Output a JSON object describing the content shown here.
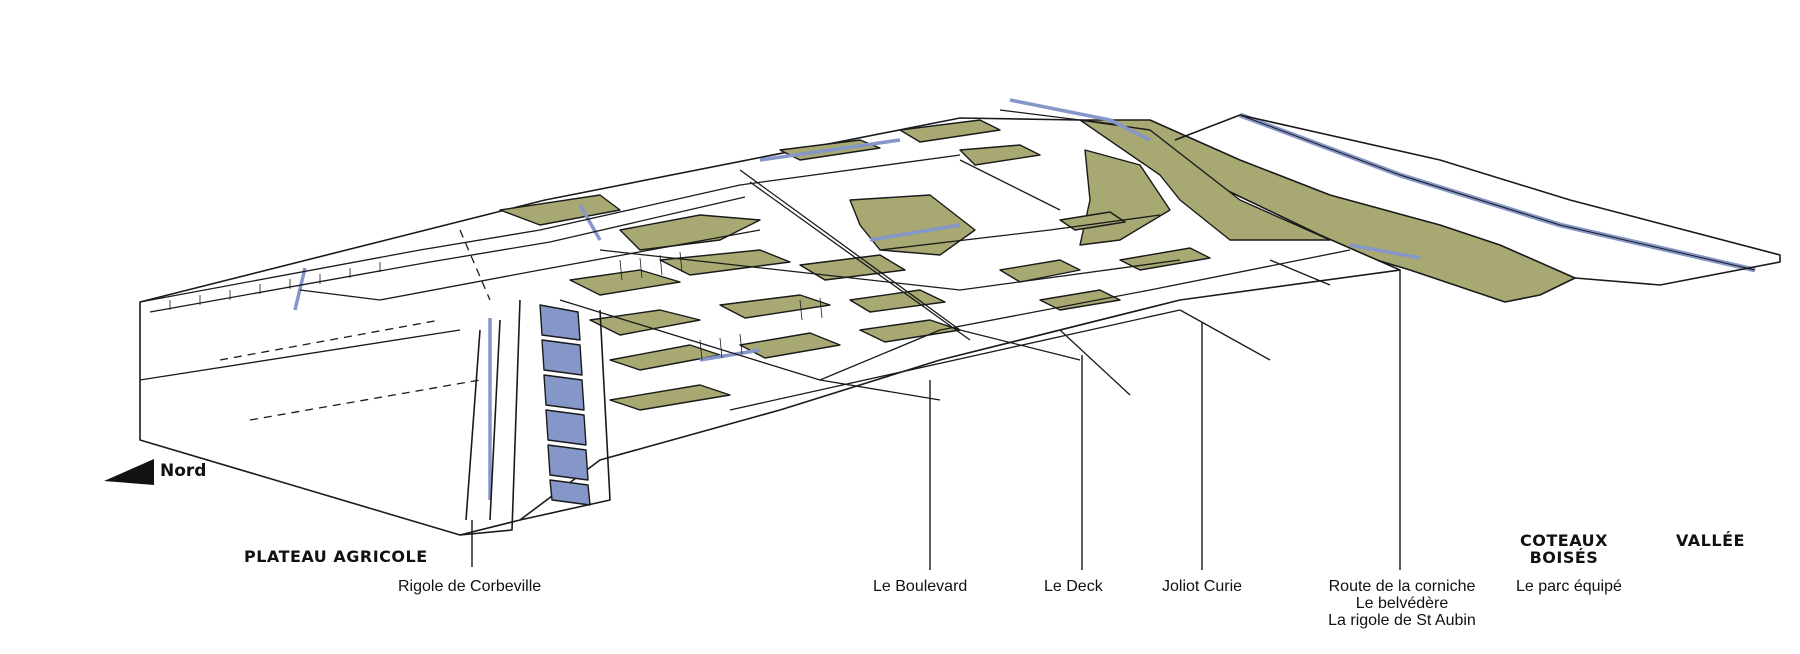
{
  "compass": {
    "label": "Nord"
  },
  "zones": {
    "plateau": "PLATEAU AGRICOLE",
    "coteaux_line1": "COTEAUX",
    "coteaux_line2": "BOISÉS",
    "vallee": "VALLÉE"
  },
  "callouts": {
    "rigole": "Rigole de Corbeville",
    "boulevard": "Le Boulevard",
    "deck": "Le Deck",
    "joliot": "Joliot Curie",
    "corniche_line1": "Route de la corniche",
    "corniche_line2": "Le belvédère",
    "corniche_line3": "La rigole de St Aubin",
    "parc": "Le parc équipé"
  },
  "colors": {
    "ink": "#1a1a1a",
    "green": "#a8a873",
    "water": "#8596c9",
    "paper": "#ffffff"
  }
}
